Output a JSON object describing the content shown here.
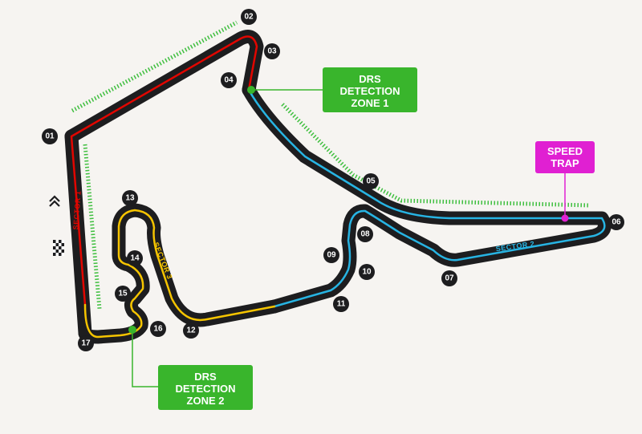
{
  "colors": {
    "background": "#f6f4f1",
    "track": "#1d1d1f",
    "sector1": "#e10600",
    "sector2": "#27b4e3",
    "sector3": "#f5c400",
    "drs_zone": "#3fbf3f",
    "drs_box": "#39b52c",
    "speed_trap": "#e020d2",
    "corner_badge": "#1d1d1f"
  },
  "corners": [
    "01",
    "02",
    "03",
    "04",
    "05",
    "06",
    "07",
    "08",
    "09",
    "10",
    "11",
    "12",
    "13",
    "14",
    "15",
    "16",
    "17"
  ],
  "sectors": {
    "sector1": "SECTOR 1",
    "sector2": "SECTOR 2",
    "sector3": "SECTOR 3"
  },
  "labels": {
    "drs_zone_1": [
      "DRS",
      "DETECTION",
      "ZONE 1"
    ],
    "drs_zone_2": [
      "DRS",
      "DETECTION",
      "ZONE 2"
    ],
    "speed_trap": [
      "SPEED",
      "TRAP"
    ]
  },
  "icons": {
    "start_finish": "chequered-flag-icon",
    "direction": "chevron-up-icon"
  }
}
